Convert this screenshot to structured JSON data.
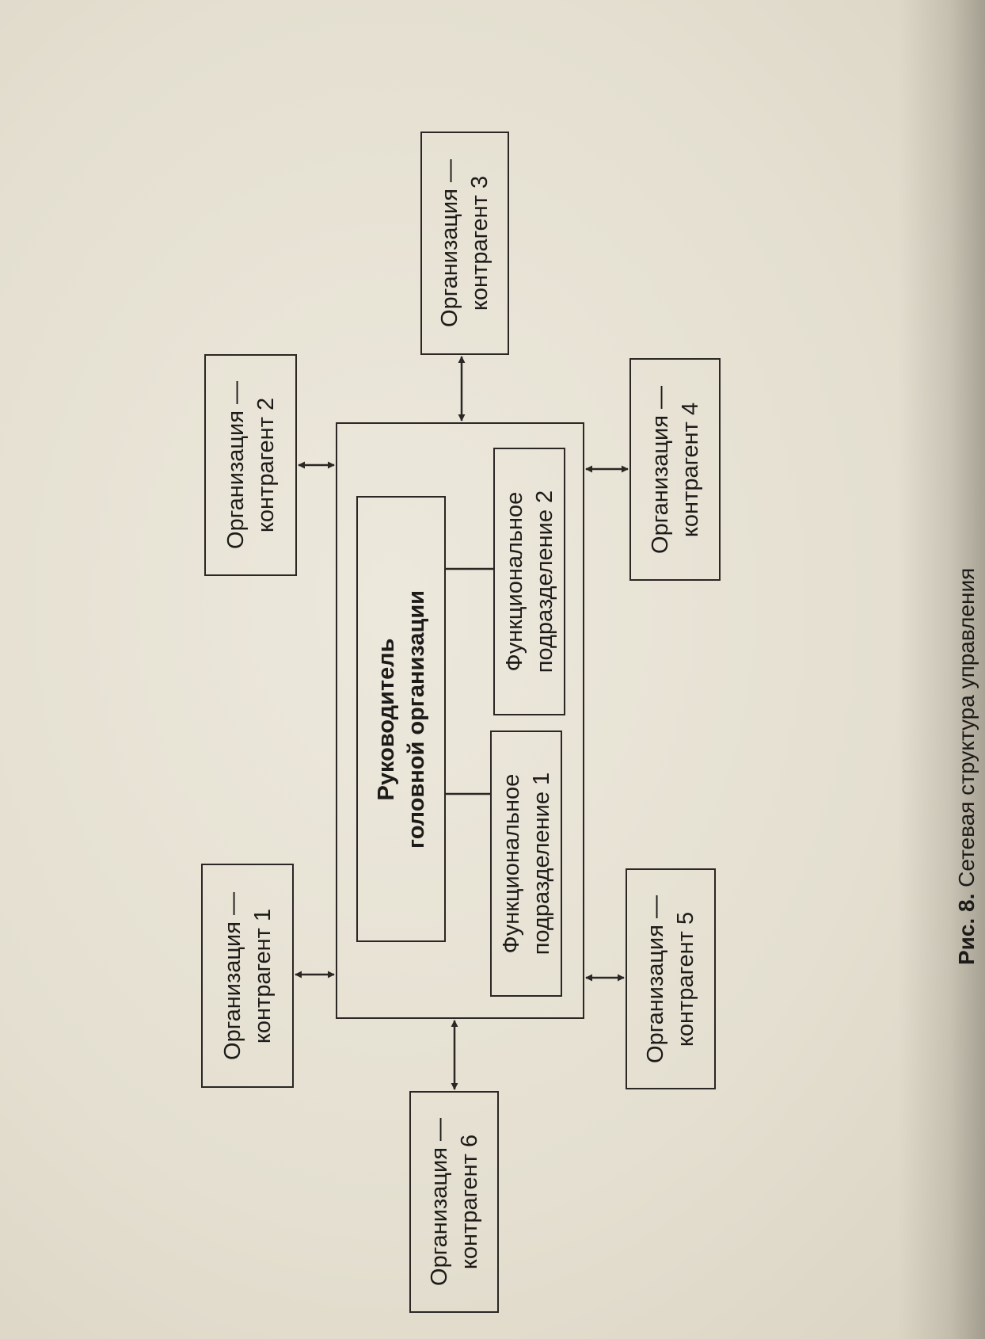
{
  "head_org": {
    "manager_line1": "Руководитель",
    "manager_line2": "головной организации",
    "dept1_line1": "Функциональное",
    "dept1_line2": "подразделение 1",
    "dept2_line1": "Функциональное",
    "dept2_line2": "подразделение 2"
  },
  "partners": [
    {
      "line1": "Организация —",
      "line2": "контрагент 1"
    },
    {
      "line1": "Организация —",
      "line2": "контрагент 2"
    },
    {
      "line1": "Организация —",
      "line2": "контрагент 3"
    },
    {
      "line1": "Организация —",
      "line2": "контрагент 4"
    },
    {
      "line1": "Организация —",
      "line2": "контрагент 5"
    },
    {
      "line1": "Организация —",
      "line2": "контрагент 6"
    }
  ],
  "caption": {
    "number": "Рис. 8.",
    "text": "Сетевая структура управления"
  },
  "colors": {
    "paper": "#e6e1d3",
    "ink": "#2a2724"
  }
}
